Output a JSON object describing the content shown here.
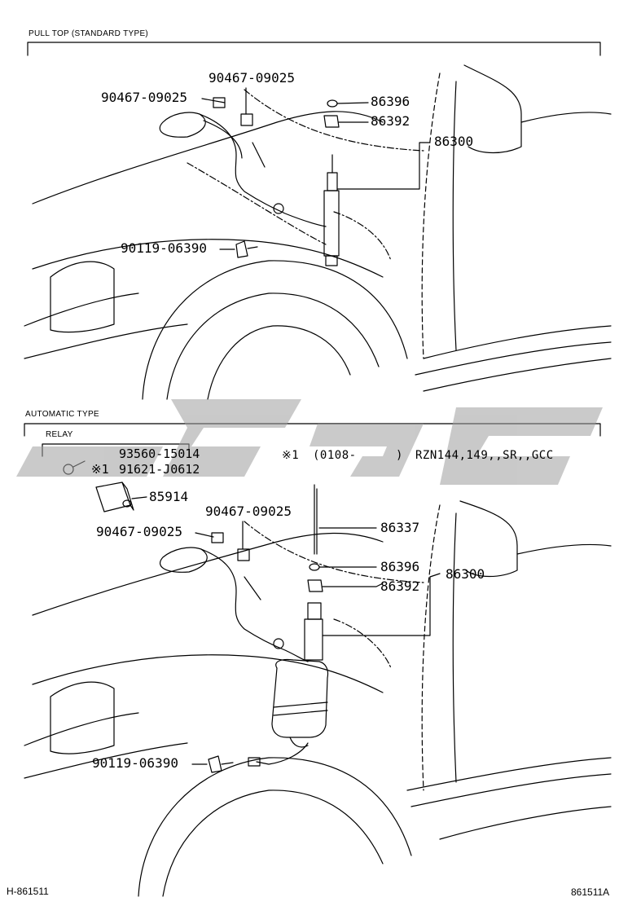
{
  "sections": {
    "pull_top": {
      "title": "PULL TOP (STANDARD TYPE)"
    },
    "automatic": {
      "title": "AUTOMATIC TYPE",
      "relay_title": "RELAY"
    }
  },
  "top_parts": {
    "p1": "90467-09025",
    "p2": "90467-09025",
    "p3": "86396",
    "p4": "86392",
    "p5": "86300",
    "p6": "90119-06390"
  },
  "bottom_parts": {
    "r1": "93560-15014",
    "r2": "91621-J0612",
    "r2_mark": "※1",
    "r3": "85914",
    "p1": "90467-09025",
    "p2": "90467-09025",
    "p3": "86337",
    "p4": "86396",
    "p5": "86392",
    "p6": "86300",
    "p7": "90119-06390"
  },
  "note": {
    "mark": "※1",
    "range": "(0108-",
    "close": ")",
    "models": "RZN144,149,,SR,,GCC"
  },
  "footer": {
    "left": "H-861511",
    "right": "861511A"
  },
  "watermark": {
    "text": "cslgc",
    "color": "#9e9e9e"
  }
}
